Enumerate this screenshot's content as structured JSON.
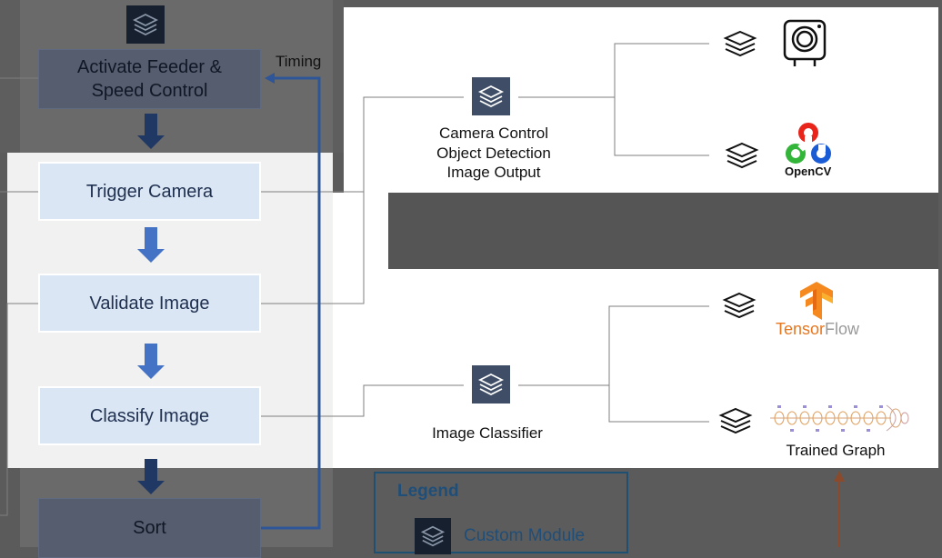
{
  "flow": {
    "steps": [
      {
        "id": "activate",
        "label": "Activate Feeder & Speed Control"
      },
      {
        "id": "trigger",
        "label": "Trigger Camera"
      },
      {
        "id": "validate",
        "label": "Validate Image"
      },
      {
        "id": "classify",
        "label": "Classify Image"
      },
      {
        "id": "sort",
        "label": "Sort"
      }
    ],
    "feedback_label": "Timing"
  },
  "modules": {
    "camera": {
      "lines": [
        "Camera Control",
        "Object Detection",
        "Image Output"
      ]
    },
    "classifier": {
      "label": "Image Classifier"
    }
  },
  "libraries": {
    "opencv": {
      "label": "OpenCV"
    },
    "tensorflow": {
      "label": "TensorFlow",
      "label_a": "Tensor",
      "label_b": "Flow"
    },
    "trained_graph": {
      "label": "Trained Graph"
    }
  },
  "legend": {
    "title": "Legend",
    "items": [
      {
        "label": "Custom Module"
      }
    ]
  },
  "colors": {
    "arrow_dark": "#1f3864",
    "arrow_light": "#4472c4",
    "feedback": "#2e5597",
    "connector": "#7f7f7f",
    "brown_arrow": "#8b4a2b"
  }
}
